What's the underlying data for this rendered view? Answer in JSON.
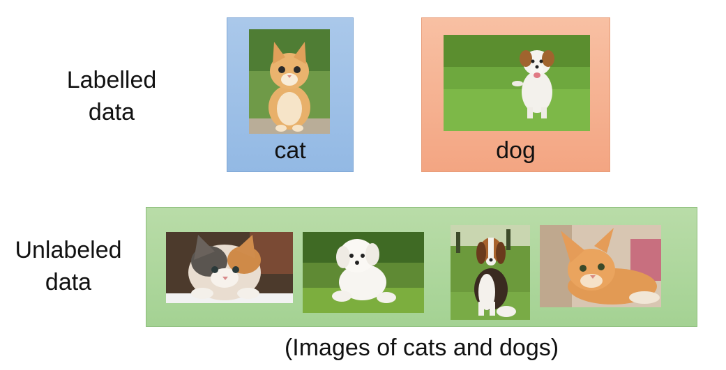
{
  "labelled_row": {
    "label_line1": "Labelled",
    "label_line2": "data",
    "items": [
      {
        "label": "cat",
        "image": "cat-photo",
        "box_color": "#9dbfe6"
      },
      {
        "label": "dog",
        "image": "dog-photo",
        "box_color": "#f5b090"
      }
    ]
  },
  "unlabeled_row": {
    "label_line1": "Unlabeled",
    "label_line2": "data",
    "box_color": "#acd79c",
    "images": [
      "calico-kitten-photo",
      "white-puppy-photo",
      "beagle-photo",
      "orange-kitten-photo"
    ]
  },
  "caption": "(Images of cats and dogs)"
}
